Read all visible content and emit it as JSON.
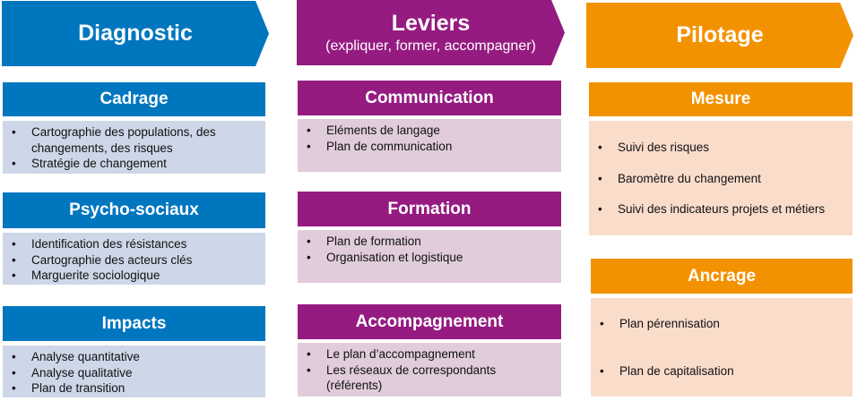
{
  "columns": [
    {
      "title": "Diagnostic",
      "color": "#0076BF",
      "sections": [
        {
          "title": "Cadrage",
          "items": [
            "Cartographie des populations, des changements, des risques",
            "Stratégie de changement"
          ]
        },
        {
          "title": "Psycho-sociaux",
          "items": [
            "Identification des résistances",
            "Cartographie des acteurs clés",
            "Marguerite sociologique"
          ]
        },
        {
          "title": "Impacts",
          "items": [
            "Analyse quantitative",
            "Analyse qualitative",
            "Plan de transition"
          ]
        }
      ]
    },
    {
      "title": "Leviers",
      "subtitle": "(expliquer, former, accompagner)",
      "color": "#951B81",
      "sections": [
        {
          "title": "Communication",
          "items": [
            "Eléments de langage",
            "Plan de communication"
          ]
        },
        {
          "title": "Formation",
          "items": [
            "Plan de formation",
            "Organisation et logistique"
          ]
        },
        {
          "title": "Accompagnement",
          "items": [
            "Le plan d’accompagnement",
            "Les réseaux de correspondants (référents)"
          ]
        }
      ]
    },
    {
      "title": "Pilotage",
      "color": "#F39200",
      "sections": [
        {
          "title": "Mesure",
          "items": [
            "Suivi des risques",
            "Baromètre du changement",
            "Suivi des indicateurs projets et métiers"
          ]
        },
        {
          "title": "Ancrage",
          "items": [
            "Plan pérennisation",
            "Plan de capitalisation"
          ]
        }
      ]
    }
  ]
}
